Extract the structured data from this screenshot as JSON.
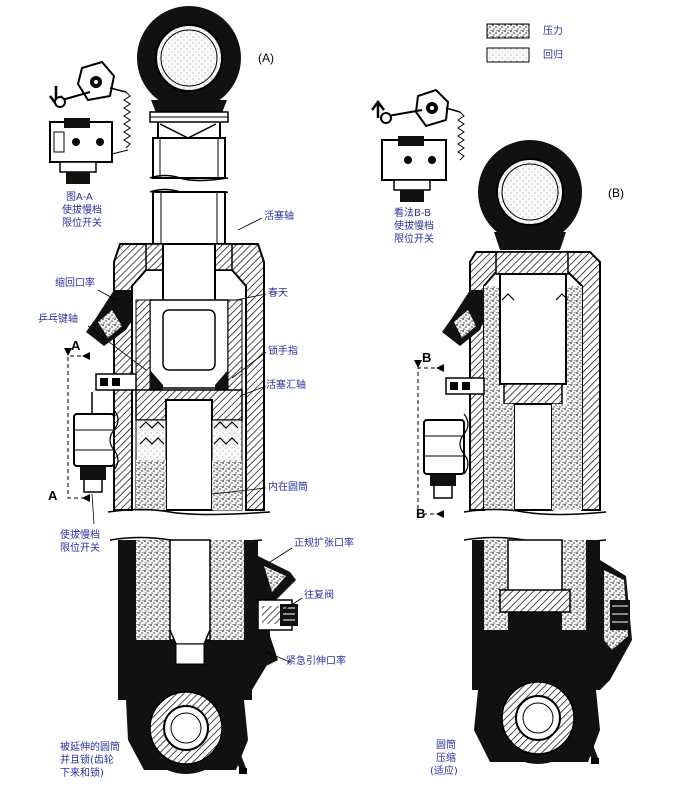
{
  "legend": {
    "pressure": "压力",
    "return": "回归"
  },
  "views": {
    "a": {
      "title": "(A)",
      "section_top": "A",
      "section_bottom": "A",
      "detail_caption": [
        "图A-A",
        "使拔慢档",
        "限位开关"
      ],
      "labels": {
        "piston_rod": "活塞轴",
        "return_port": "缩回口率",
        "pingpong_valve": "乒乓键轴",
        "spring": "春天",
        "lock_finger": "锁手指",
        "piston_seal": "活塞汇轴",
        "inner_cylinder": "内在圆筒",
        "normal_extend_port": "正规扩张口率",
        "check_valve": "往复阀",
        "emergency_extend_port": "紧急引伸口率"
      },
      "switch_caption": [
        "使拔慢档",
        "限位开关"
      ],
      "bottom_caption": [
        "被延伸的圆筒",
        "并且锁(齿轮",
        "下来和锁)"
      ]
    },
    "b": {
      "title": "(B)",
      "section_top": "B",
      "section_bottom": "B",
      "detail_caption": [
        "看法B-B",
        "使拔慢档",
        "限位开关"
      ],
      "bottom_caption": [
        "圆筒",
        "压缩",
        "(适应)"
      ]
    }
  }
}
